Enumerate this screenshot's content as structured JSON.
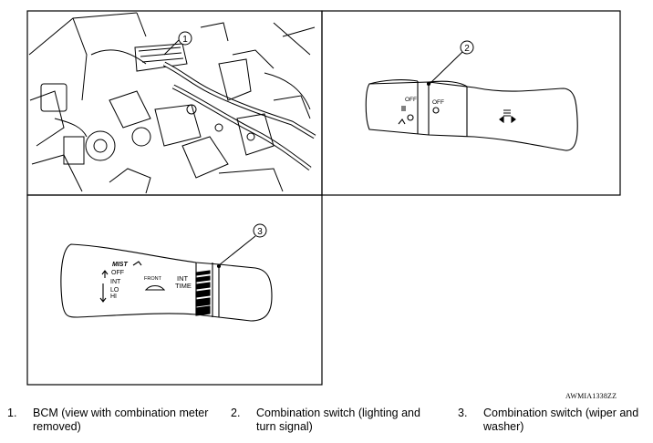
{
  "panels": {
    "bcm": {
      "callout": "1"
    },
    "lighting_switch": {
      "callout": "2",
      "labels": {
        "off_left": "OFF",
        "off_right": "OFF"
      }
    },
    "wiper_switch": {
      "callout": "3",
      "labels": {
        "mist": "MIST",
        "off": "OFF",
        "int": "INT",
        "lo": "LO",
        "hi": "HI",
        "front": "FRONT",
        "int_time_1": "INT",
        "int_time_2": "TIME"
      }
    }
  },
  "figure_code": "AWMIA1338ZZ",
  "legend": [
    {
      "num": "1.",
      "text": "BCM (view with combination meter removed)"
    },
    {
      "num": "2.",
      "text": "Combination switch (lighting and turn signal)"
    },
    {
      "num": "3.",
      "text": "Combination switch (wiper and washer)"
    }
  ]
}
